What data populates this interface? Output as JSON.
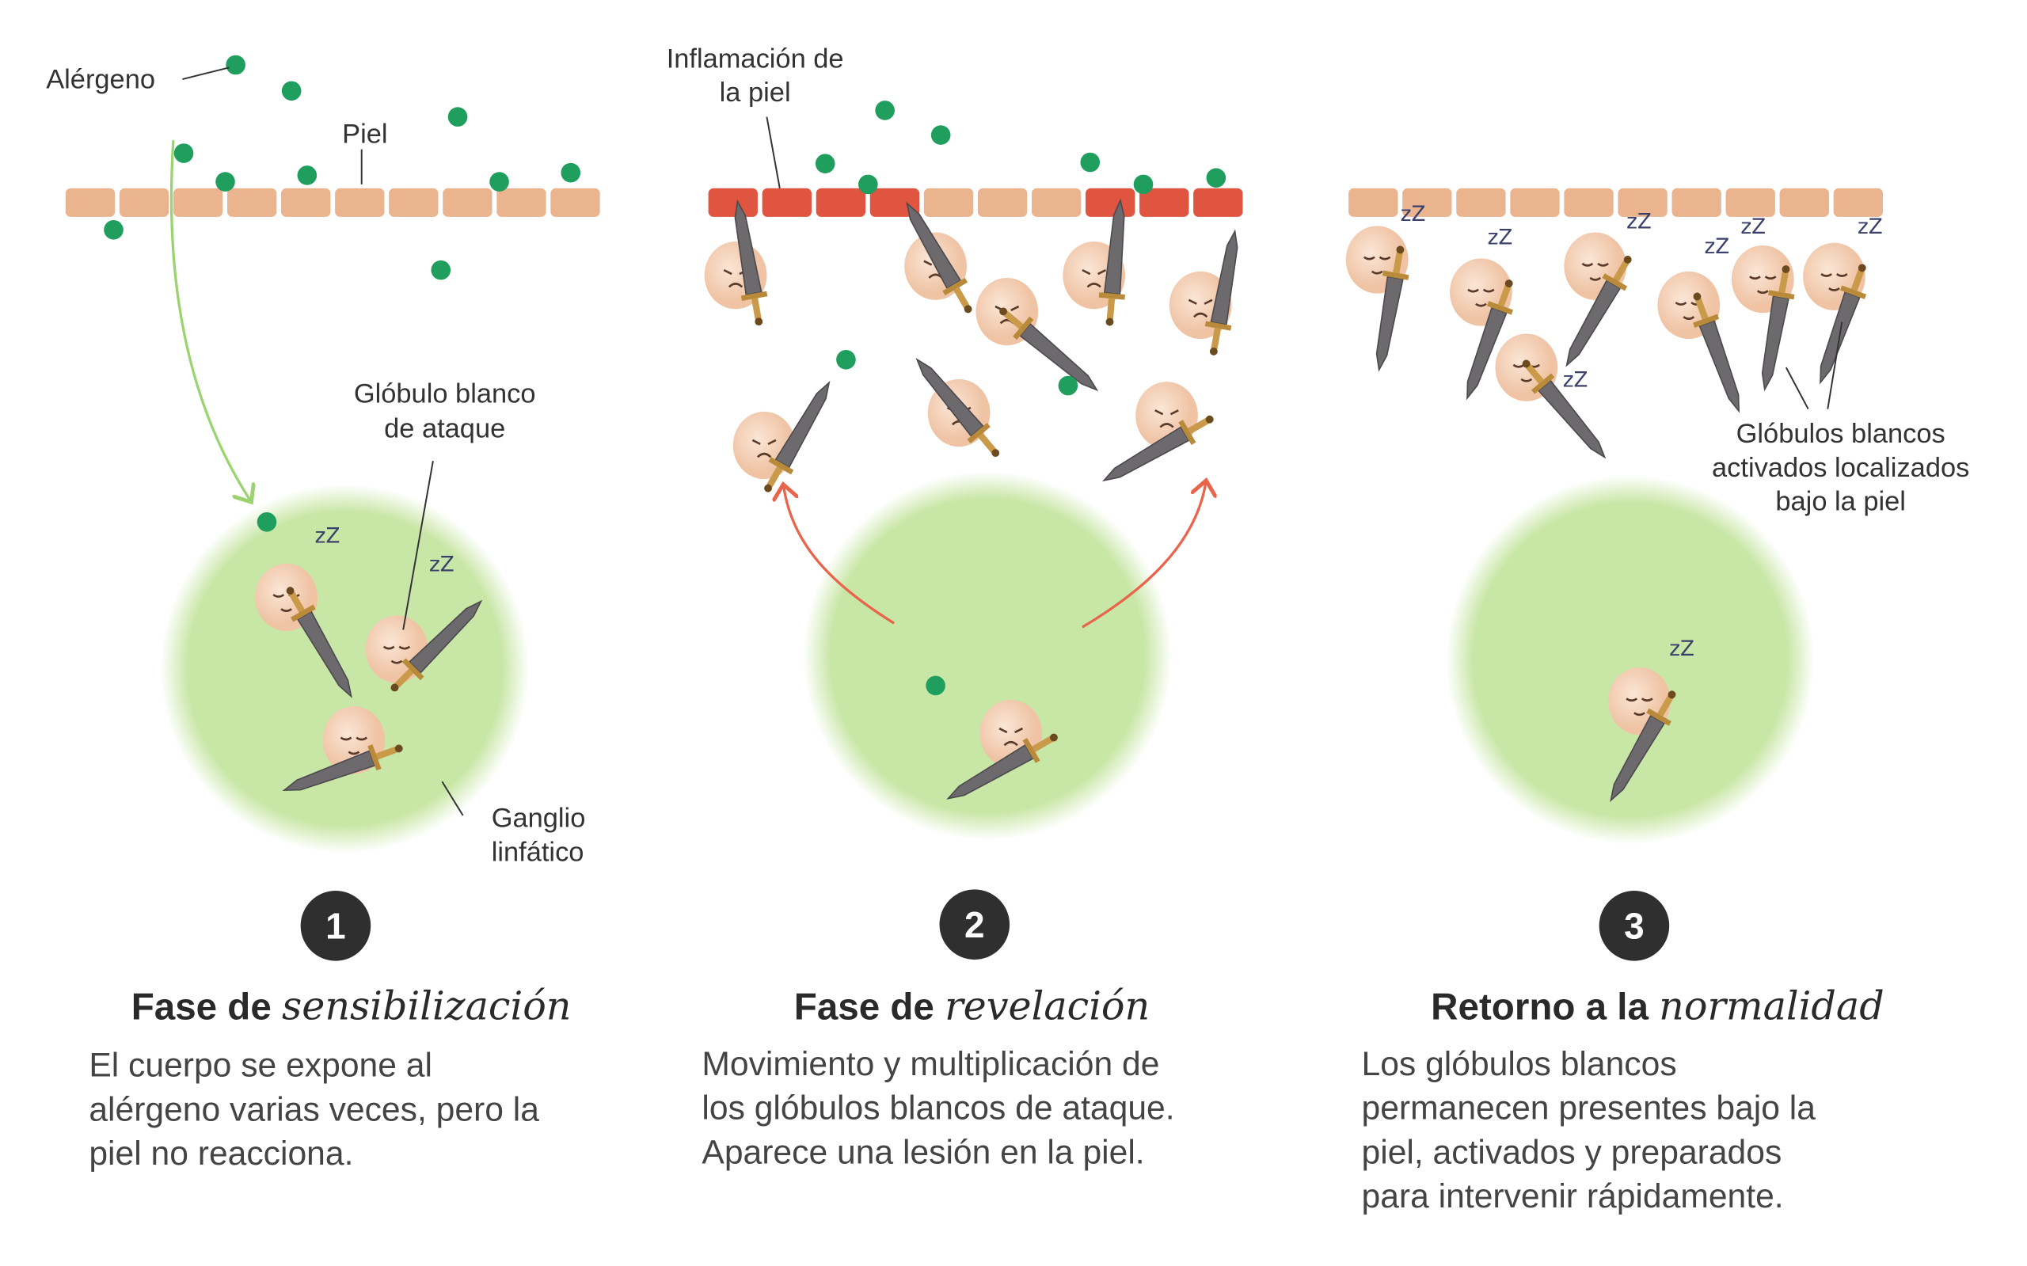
{
  "labels": {
    "allergen": "Alérgeno",
    "skin": "Piel",
    "attack_cell_1": "Glóbulo blanco",
    "attack_cell_2": "de ataque",
    "lymph_node_1": "Ganglio",
    "lymph_node_2": "linfático",
    "inflammation_1": "Inflamación de",
    "inflammation_2": "la piel",
    "activated_1": "Glóbulos blancos",
    "activated_2": "activados localizados",
    "activated_3": "bajo la piel"
  },
  "phases": [
    {
      "number": "1",
      "title_plain": "Fase de ",
      "title_script": "sensibilización",
      "body": [
        "El cuerpo se expone al",
        "alérgeno varias veces, pero la",
        "piel no reacciona."
      ]
    },
    {
      "number": "2",
      "title_plain": "Fase de ",
      "title_script": "revelación",
      "body": [
        "Movimiento y multiplicación de",
        "los glóbulos blancos de ataque.",
        "Aparece una lesión en la piel."
      ]
    },
    {
      "number": "3",
      "title_plain": "Retorno a la ",
      "title_script": "normalidad",
      "body": [
        "Los glóbulos blancos",
        "permanecen presentes bajo la",
        "piel, activados y preparados",
        "para intervenir rápidamente."
      ]
    }
  ],
  "colors": {
    "skin": "#e9b48e",
    "inflamed": "#e0553f",
    "allergen": "#1f9e5e",
    "node": "#c8e6a5",
    "cell": "#f7d9c2",
    "badge": "#2f2f2f",
    "green_arrow": "#9ad36f",
    "red_arrow": "#e8644a"
  },
  "zz": "zZ"
}
